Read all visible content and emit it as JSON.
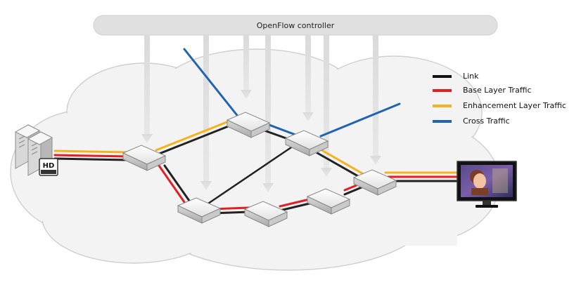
{
  "controller": {
    "label": "OpenFlow controller"
  },
  "legend": {
    "items": [
      {
        "label": "Link",
        "color": "#111111"
      },
      {
        "label": "Base Layer Traffic",
        "color": "#e31e24"
      },
      {
        "label": "Enhancement Layer Traffic",
        "color": "#f5b21d"
      },
      {
        "label": "Cross Traffic",
        "color": "#1f63b3"
      }
    ]
  },
  "video_source": {
    "badge": "HD"
  },
  "colors": {
    "link": "#111111",
    "base": "#e31e24",
    "enhancement": "#f5b21d",
    "cross": "#1f63b3",
    "controller_bar": "#e0e0e0",
    "cloud": "#f3f3f3"
  }
}
